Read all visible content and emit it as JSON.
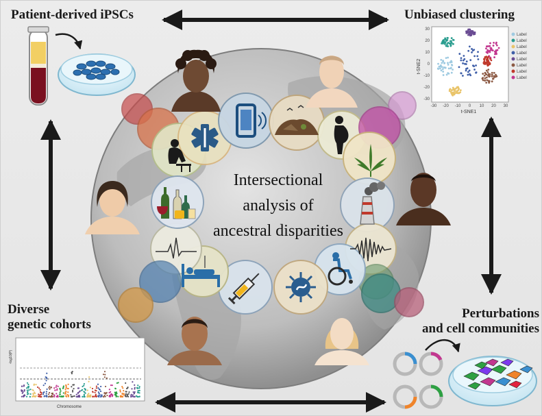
{
  "corner_labels": {
    "ipsc": "Patient-derived iPSCs",
    "clustering": "Unbiased clustering",
    "diverse_line1": "Diverse",
    "diverse_line2": "genetic cohorts",
    "perturb_line1": "Perturbations",
    "perturb_line2": "and cell communities"
  },
  "center": {
    "line1": "Intersectional",
    "line2": "analysis of",
    "line3": "ancestral disparities"
  },
  "tsne": {
    "xlabel": "t-SNE1",
    "ylabel": "t-SNE2",
    "x_ticks": [
      "-30",
      "-20",
      "-10",
      "0",
      "10",
      "20",
      "30"
    ],
    "y_ticks": [
      "30",
      "20",
      "10",
      "0",
      "-10",
      "-20",
      "-30"
    ],
    "legend": [
      "Label",
      "Label",
      "Label",
      "Label",
      "Label",
      "Label",
      "Label",
      "Label"
    ],
    "colors": [
      "#9ecae1",
      "#2a9d8f",
      "#e9c46a",
      "#3f5fa8",
      "#6a4c93",
      "#8c5a44",
      "#c0392b",
      "#c2378f"
    ]
  },
  "manhattan": {
    "xlabel": "Chromosome",
    "ylabel": "-log10(P)"
  },
  "icons": {
    "ring": [
      "medical-star-icon",
      "smartphone-icon",
      "waste-pile-icon",
      "pregnant-person-icon",
      "cannabis-leaf-icon",
      "factory-smokestack-icon",
      "seismic-wave-icon",
      "wheelchair-icon",
      "virus-icon",
      "syringe-icon",
      "hospital-bed-icon",
      "heartbeat-icon",
      "alcohol-bottles-icon",
      "distressed-person-icon"
    ]
  },
  "colors": {
    "arrow": "#1a1a1a",
    "globe": "#9a9a9a",
    "ring_circle": "#e9e3d2"
  }
}
